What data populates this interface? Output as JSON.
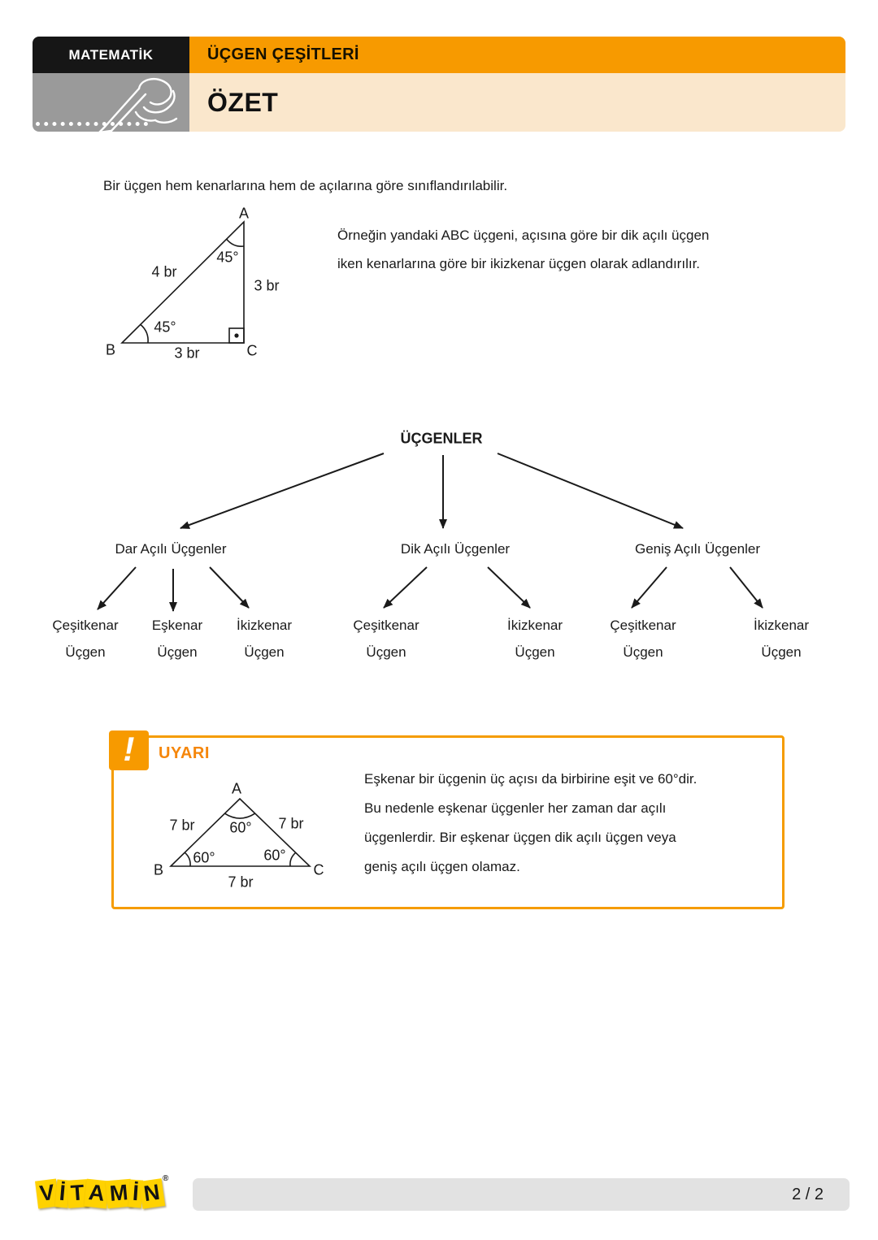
{
  "header": {
    "subject": "MATEMATİK",
    "topic": "ÜÇGEN ÇEŞİTLERİ",
    "section": "ÖZET"
  },
  "intro": "Bir üçgen hem kenarlarına hem de açılarına göre sınıflandırılabilir.",
  "example": {
    "lines": [
      "Örneğin yandaki ABC üçgeni, açısına göre bir dik açılı üçgen",
      "iken kenarlarına göre bir ikizkenar üçgen olarak adlandırılır."
    ],
    "triangle": {
      "vertex_a": "A",
      "vertex_b": "B",
      "vertex_c": "C",
      "angle_a": "45°",
      "angle_b": "45°",
      "side_ab": "4 br",
      "side_ac": "3 br",
      "side_bc": "3 br"
    }
  },
  "tree": {
    "root": "ÜÇGENLER",
    "branches": [
      {
        "label": "Dar Açılı Üçgenler",
        "children": [
          {
            "line1": "Çeşitkenar",
            "line2": "Üçgen"
          },
          {
            "line1": "Eşkenar",
            "line2": "Üçgen"
          },
          {
            "line1": "İkizkenar",
            "line2": "Üçgen"
          }
        ]
      },
      {
        "label": "Dik Açılı Üçgenler",
        "children": [
          {
            "line1": "Çeşitkenar",
            "line2": "Üçgen"
          },
          {
            "line1": "İkizkenar",
            "line2": "Üçgen"
          }
        ]
      },
      {
        "label": "Geniş Açılı Üçgenler",
        "children": [
          {
            "line1": "Çeşitkenar",
            "line2": "Üçgen"
          },
          {
            "line1": "İkizkenar",
            "line2": "Üçgen"
          }
        ]
      }
    ]
  },
  "warning": {
    "title": "UYARI",
    "icon": "!",
    "lines": [
      "Eşkenar bir üçgenin üç açısı da birbirine eşit ve 60°dir.",
      "Bu nedenle eşkenar üçgenler her zaman dar açılı",
      "üçgenlerdir. Bir eşkenar üçgen dik açılı üçgen veya",
      "geniş açılı üçgen olamaz."
    ],
    "triangle": {
      "vertex_a": "A",
      "vertex_b": "B",
      "vertex_c": "C",
      "angle_a": "60°",
      "angle_b": "60°",
      "angle_c": "60°",
      "side_ab": "7 br",
      "side_ac": "7 br",
      "side_bc": "7 br"
    }
  },
  "footer": {
    "logo_letters": [
      "V",
      "İ",
      "T",
      "A",
      "M",
      "İ",
      "N"
    ],
    "reg": "®",
    "page": "2 / 2"
  },
  "colors": {
    "accent_orange": "#F79A00",
    "cream": "#FAE7CC",
    "header_black": "#161616",
    "icon_gray": "#9A9A9A",
    "footer_gray": "#E2E2E2",
    "logo_yellow": "#FFD200"
  }
}
